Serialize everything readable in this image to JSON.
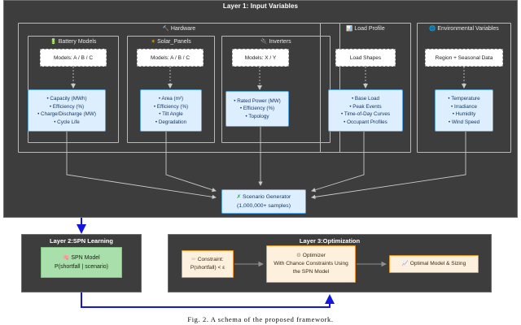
{
  "figure": {
    "caption": "Fig. 2.   A schema of the proposed framework."
  },
  "colors": {
    "canvas_dark": "#3d3d3d",
    "cluster_border": "#b9b9b9",
    "blue_box_fill": "#ddeeff",
    "blue_box_border": "#5aa7e8",
    "green_box_fill": "#a9dfab",
    "green_box_border": "#7fbf83",
    "orange_box_fill": "#fdf0dd",
    "orange_box_border": "#f0952a",
    "blue_arrow": "#1515e0",
    "edge_gray": "#c9c9c9"
  },
  "layer1": {
    "title": "Layer 1: Input Variables",
    "hardware": {
      "title": "Hardware",
      "icon": "tools-icon",
      "subgroups": [
        {
          "title": "Battery Models",
          "icon": "battery-icon",
          "model_box": "Models: A / B / C",
          "attributes": [
            "• Capacity (MWh)",
            "• Efficiency (%)",
            "• Charge/Discharge (MW)",
            "• Cycle Life"
          ]
        },
        {
          "title": "Solar_Panels",
          "icon": "sun-icon",
          "model_box": "Models: A / B / C",
          "attributes": [
            "• Area (m²)",
            "• Efficiency (%)",
            "• Tilt Angle",
            "• Degradation"
          ]
        },
        {
          "title": "Inverters",
          "icon": "plug-icon",
          "model_box": "Models: X / Y",
          "attributes": [
            "• Rated Power (MW)",
            "• Efficiency (%)",
            "• Topology"
          ]
        }
      ]
    },
    "load_profile": {
      "title": "Load Profile",
      "icon": "chart-note-icon",
      "model_box": "Load Shapes",
      "attributes": [
        "• Base Load",
        "• Peak Events",
        "• Time-of-Day Curves",
        "• Occupant Profiles"
      ]
    },
    "environmental": {
      "title": "Environmental Variables",
      "icon": "globe-icon",
      "model_box": "Region + Seasonal Data",
      "attributes": [
        "• Temperature",
        "• Irradiance",
        "• Humidity",
        "• Wind Speed"
      ]
    },
    "scenario_generator": {
      "icon": "dice-icon",
      "line1": "Scenario Generator",
      "line2": "(1,000,000+ samples)"
    }
  },
  "layer2": {
    "title": "Layer 2:SPN Learning",
    "model": {
      "icon": "brain-icon",
      "line1": "SPN Model",
      "line2": "P(shortfall | scenario)"
    }
  },
  "layer3": {
    "title": "Layer 3:Optimization",
    "constraint": {
      "icon": "pencil-icon",
      "line1": "Constraint:",
      "line2": "P(shortfall) < ε"
    },
    "optimizer": {
      "icon": "gear-icon",
      "line1": "Optimizer",
      "line2": "With Chance Constraints Using",
      "line3": "the SPN Model"
    },
    "result": {
      "icon": "bar-chart-icon",
      "label": "Optimal Model & Sizing"
    }
  }
}
